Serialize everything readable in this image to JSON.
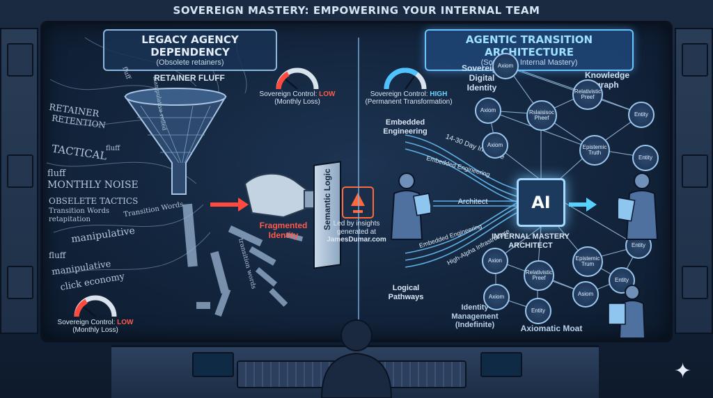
{
  "title": "SOVEREIGN MASTERY: EMPOWERING YOUR INTERNAL TEAM",
  "left": {
    "heading": "LEGACY AGENCY DEPENDENCY",
    "subheading": "(Obsolete retainers)",
    "funnel_label": "RETAINER FLUFF",
    "gauge_top": {
      "label": "Sovereign Control:",
      "level": "LOW",
      "note": "(Monthly Loss)"
    },
    "gauge_bottom": {
      "label": "Sovereign Control:",
      "level": "LOW",
      "note": "(Monthly Loss)"
    },
    "fragmented": "Fragmented Identity",
    "fluff_words": [
      "fluff",
      "RETAINER",
      "RETENTION",
      "TACTICAL",
      "fluff",
      "fluff",
      "MONTHLY NOISE",
      "OBSELETE TACTICS",
      "Transition Words",
      "retapitation",
      "Transition Words",
      "manipulative",
      "fluff",
      "manipulative",
      "click economy",
      "manipulative reiled",
      "transition words"
    ]
  },
  "center": {
    "semantic_logic": "Semantic Logic",
    "credit": "Led by insights generated at",
    "credit_site": "JamesDumar.com"
  },
  "right": {
    "heading": "AGENTIC TRANSITION ARCHITECTURE",
    "subheading": "(Sovereign Internal Mastery)",
    "gauge": {
      "label": "Sovereign Control:",
      "level": "HIGH",
      "note": "(Permanent Transformation)"
    },
    "sovereign_digital_identity": "Sovereign Digital Identity",
    "knowledge_graph": "Knowledge graph",
    "embedded_engineering": "Embedded Engineering",
    "intensive": "14-30 Day Intensive",
    "embedded_engineering_2": "Embedded Engineering",
    "architect": "Architect",
    "embedded_engineering_3": "Embedded Engineering",
    "high_alpha": "High-Alpha Infrastructure",
    "logical_pathways": "Logical Pathways",
    "identity_management": "Identity Management (Indefinite)",
    "internal_mastery_architect": "INTERNAL MASTERY ARCHITECT",
    "axiomatic_moat": "Axiomatic Moat",
    "ai_label": "AI",
    "nodes": {
      "n1": "Axiom",
      "n2": "Axiom",
      "n3": "Relativistic Preef",
      "n4": "Axiom",
      "n5": "Rslaisisoc Pheef",
      "n6": "Entity",
      "n7": "Epistemic Truth",
      "n8": "Entity",
      "n9": "Entity",
      "n10": "Axion",
      "n11": "Relativistic Preef",
      "n12": "Epistemic Trum",
      "n13": "Entity",
      "n14": "Axiom",
      "n15": "Asiom",
      "n16": "Entity"
    }
  },
  "colors": {
    "low": "#ff5a4a",
    "high": "#6cd3ff",
    "accent": "#9ee0ff"
  }
}
